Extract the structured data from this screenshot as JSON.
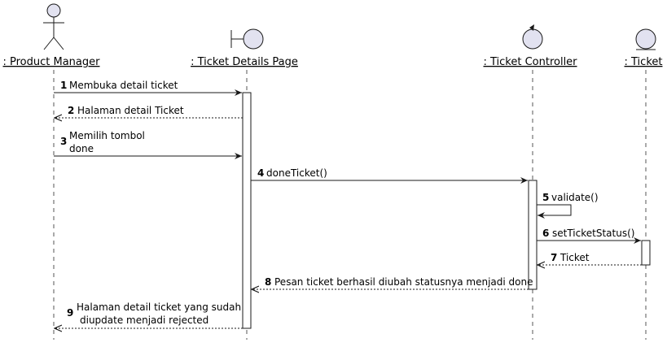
{
  "participants": [
    {
      "id": "pm",
      "label": ": Product Manager",
      "kind": "actor"
    },
    {
      "id": "page",
      "label": ": Ticket Details Page",
      "kind": "boundary"
    },
    {
      "id": "ctrl",
      "label": ": Ticket Controller",
      "kind": "control"
    },
    {
      "id": "ent",
      "label": ": Ticket",
      "kind": "entity"
    }
  ],
  "messages": [
    {
      "num": "1",
      "lines": [
        "Membuka detail ticket"
      ],
      "from": "pm",
      "to": "page",
      "style": "sync"
    },
    {
      "num": "2",
      "lines": [
        "Halaman detail Ticket"
      ],
      "from": "page",
      "to": "pm",
      "style": "return"
    },
    {
      "num": "3",
      "lines": [
        "Memilih tombol",
        "done"
      ],
      "from": "pm",
      "to": "page",
      "style": "sync"
    },
    {
      "num": "4",
      "lines": [
        "doneTicket()"
      ],
      "from": "page",
      "to": "ctrl",
      "style": "sync"
    },
    {
      "num": "5",
      "lines": [
        "validate()"
      ],
      "from": "ctrl",
      "to": "ctrl",
      "style": "self"
    },
    {
      "num": "6",
      "lines": [
        "setTicketStatus()"
      ],
      "from": "ctrl",
      "to": "ent",
      "style": "sync"
    },
    {
      "num": "7",
      "lines": [
        "Ticket"
      ],
      "from": "ent",
      "to": "ctrl",
      "style": "return"
    },
    {
      "num": "8",
      "lines": [
        "Pesan ticket berhasil diubah statusnya menjadi done"
      ],
      "from": "ctrl",
      "to": "page",
      "style": "return"
    },
    {
      "num": "9",
      "lines": [
        "Halaman detail ticket yang sudah",
        "diupdate menjadi rejected"
      ],
      "from": "page",
      "to": "pm",
      "style": "return"
    }
  ],
  "colors": {
    "line": "#181818",
    "participant_fill": "#E2E2F0",
    "activation_fill": "#ffffff",
    "lifeline": "#555555"
  }
}
